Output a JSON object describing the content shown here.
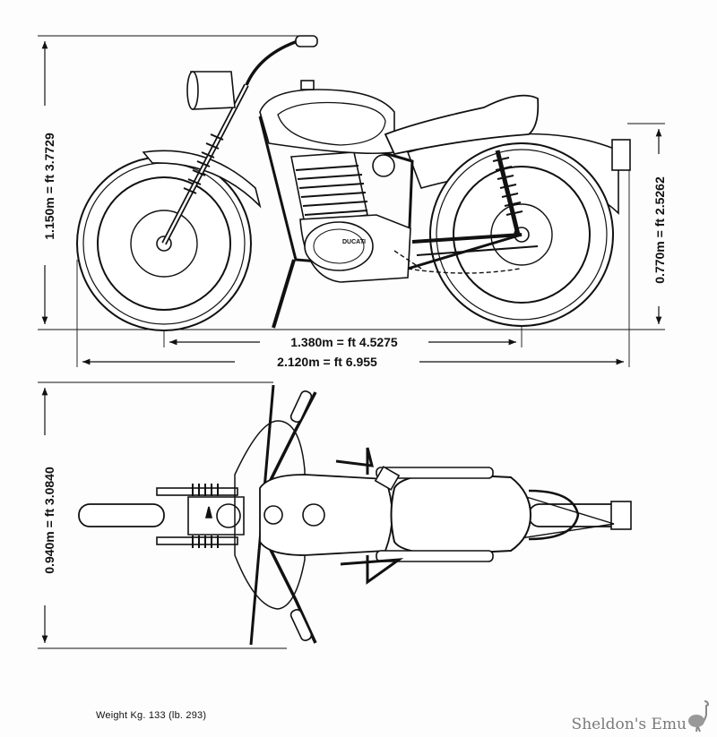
{
  "dimensions": {
    "overall_height": "1.150m = ft 3.7729",
    "seat_height": "0.770m = ft 2.5262",
    "wheelbase": "1.380m = ft 4.5275",
    "overall_length": "2.120m = ft 6.955",
    "overall_width": "0.940m = ft 3.0840"
  },
  "weight": "Weight Kg. 133 (lb. 293)",
  "watermark": "Sheldon's Emu",
  "logo": "DUCATI"
}
